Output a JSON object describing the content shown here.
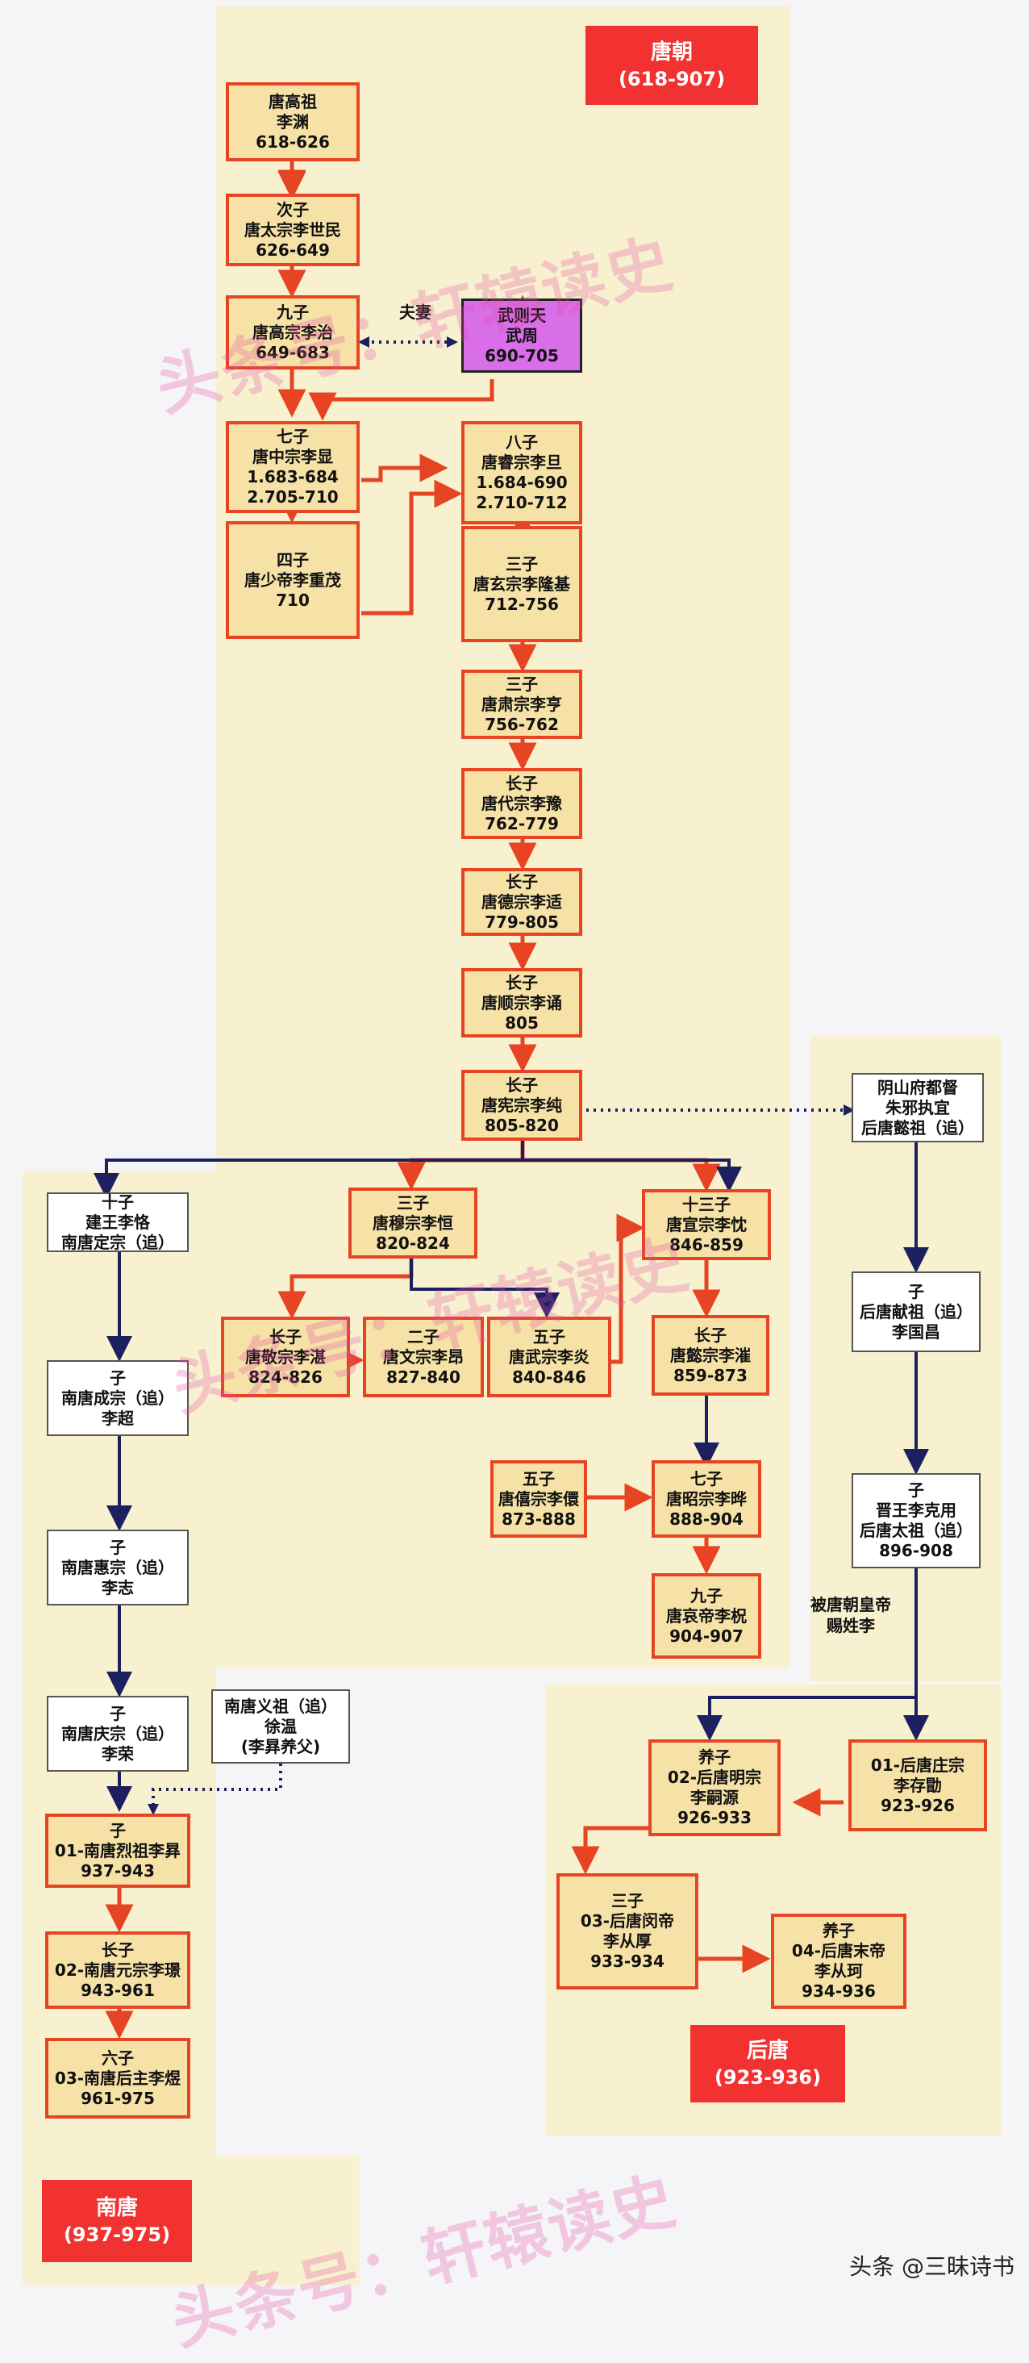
{
  "watermark": "头条号：轩辕读史",
  "credit": "头条 @三昧诗书",
  "tang_title": {
    "name": "唐朝",
    "years": "(618-907)"
  },
  "houtang_title": {
    "name": "后唐",
    "years": "(923-936)"
  },
  "nantang_title": {
    "name": "南唐",
    "years": "(937-975)"
  },
  "labels": {
    "couple": "夫妻",
    "surname": [
      "被唐朝皇帝",
      "赐姓李"
    ]
  },
  "nodes": {
    "gaozu": [
      "唐高祖",
      "李渊",
      "618-626"
    ],
    "taizong": [
      "次子",
      "唐太宗李世民",
      "626-649"
    ],
    "gaozong": [
      "九子",
      "唐高宗李治",
      "649-683"
    ],
    "wuzetian": [
      "武则天",
      "武周",
      "690-705"
    ],
    "zhongzong": [
      "七子",
      "唐中宗李显",
      "1.683-684",
      "2.705-710"
    ],
    "ruizong": [
      "八子",
      "唐睿宗李旦",
      "1.684-690",
      "2.710-712"
    ],
    "shaodi": [
      "四子",
      "唐少帝李重茂",
      "710"
    ],
    "xuanzong": [
      "三子",
      "唐玄宗李隆基",
      "712-756"
    ],
    "suzong": [
      "三子",
      "唐肃宗李亨",
      "756-762"
    ],
    "daizong": [
      "长子",
      "唐代宗李豫",
      "762-779"
    ],
    "dezong": [
      "长子",
      "唐德宗李适",
      "779-805"
    ],
    "shunzong": [
      "长子",
      "唐顺宗李诵",
      "805"
    ],
    "xianzong": [
      "长子",
      "唐宪宗李纯",
      "805-820"
    ],
    "muzong": [
      "三子",
      "唐穆宗李恒",
      "820-824"
    ],
    "xuanzong2": [
      "十三子",
      "唐宣宗李忱",
      "846-859"
    ],
    "jingzong": [
      "长子",
      "唐敬宗李湛",
      "824-826"
    ],
    "wenzong": [
      "二子",
      "唐文宗李昂",
      "827-840"
    ],
    "wuzong": [
      "五子",
      "唐武宗李炎",
      "840-846"
    ],
    "yizong": [
      "长子",
      "唐懿宗李漼",
      "859-873"
    ],
    "xizong": [
      "五子",
      "唐僖宗李儇",
      "873-888"
    ],
    "zhaozong": [
      "七子",
      "唐昭宗李晔",
      "888-904"
    ],
    "aidi": [
      "九子",
      "唐哀帝李柷",
      "904-907"
    ],
    "nt_dingzong": [
      "十子",
      "建王李恪",
      "南唐定宗（追）"
    ],
    "nt_chao": [
      "子",
      "南唐成宗（追）",
      "李超"
    ],
    "nt_huizong": [
      "子",
      "南唐惠宗（追）",
      "李志"
    ],
    "nt_qingzong": [
      "子",
      "南唐庆宗（追）",
      "李荣"
    ],
    "nt_xuwen": [
      "南唐义祖（追）",
      "徐温",
      "(李昪养父)"
    ],
    "nt_liezu": [
      "子",
      "01-南唐烈祖李昪",
      "937-943"
    ],
    "nt_yuanzong": [
      "长子",
      "02-南唐元宗李璟",
      "943-961"
    ],
    "nt_houzhu": [
      "六子",
      "03-南唐后主李煜",
      "961-975"
    ],
    "ht_yizu": [
      "阴山府都督",
      "朱邪执宜",
      "后唐懿祖（追）"
    ],
    "ht_xianzu": [
      "子",
      "后唐献祖（追）",
      "李国昌"
    ],
    "ht_taizu": [
      "子",
      "晋王李克用",
      "后唐太祖（追）",
      "896-908"
    ],
    "ht_zhuangzong": [
      "01-后唐庄宗",
      "李存勖",
      "923-926"
    ],
    "ht_mingzong": [
      "养子",
      "02-后唐明宗",
      "李嗣源",
      "926-933"
    ],
    "ht_mindi": [
      "三子",
      "03-后唐闵帝",
      "李从厚",
      "933-934"
    ],
    "ht_modi": [
      "养子",
      "04-后唐末帝",
      "李从珂",
      "934-936"
    ]
  },
  "colors": {
    "red": "#e64423",
    "navy": "#1c2060",
    "node_fill": "#f6e2a6",
    "region": "#f8f1cf",
    "title_red": "#f23131",
    "purple": "#d86ee8"
  }
}
